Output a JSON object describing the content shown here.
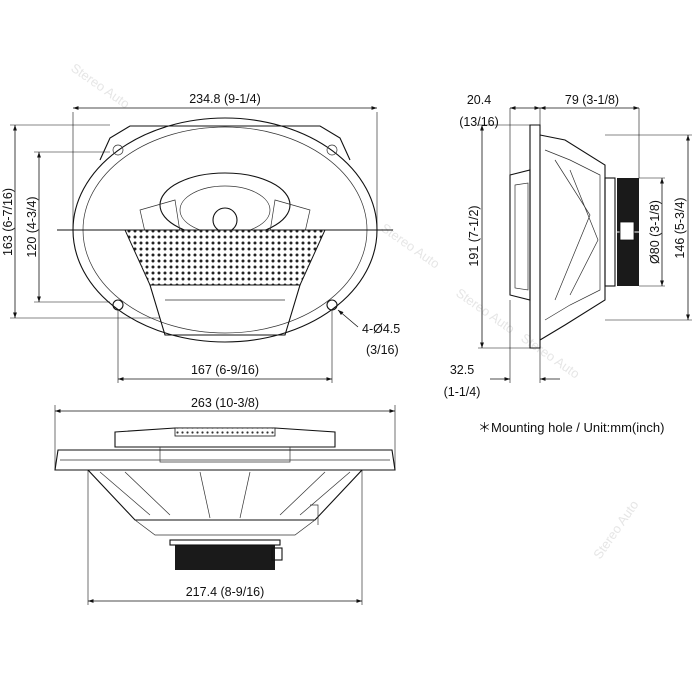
{
  "dimensions": {
    "front_width": "234.8 (9-1/4)",
    "front_height_outer": "163 (6-7/16)",
    "front_height_inner": "120 (4-3/4)",
    "hole_spacing": "167 (6-9/16)",
    "mount_hole_line1": "4-Ø4.5",
    "mount_hole_line2": "(3/16)",
    "side_flange_mm": "20.4",
    "side_flange_in": "(13/16)",
    "side_depth": "79 (3-1/8)",
    "side_cutout": "191 (7-1/2)",
    "magnet_dia": "Ø80 (3-1/8)",
    "side_total": "146 (5-3/4)",
    "front_offset_mm": "32.5",
    "front_offset_in": "(1-1/4)",
    "top_width": "263 (10-3/8)",
    "bottom_width": "217.4 (8-9/16)"
  },
  "note": "＊Mounting hole / Unit:mm(inch)",
  "watermark": "Stereo Auto",
  "colors": {
    "line": "#111111",
    "fill_light": "#f2f2f2",
    "magnet": "#1a1a1a"
  }
}
